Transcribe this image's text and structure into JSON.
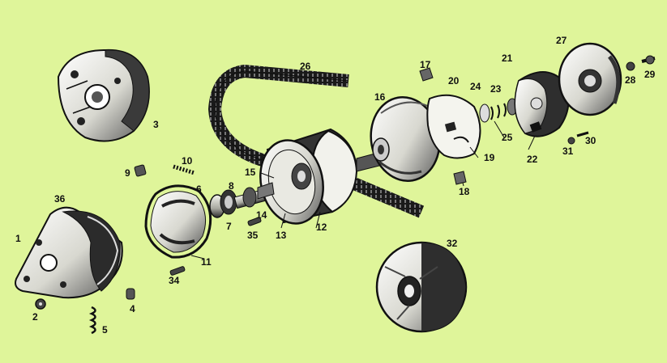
{
  "colors": {
    "background": "#dff59a",
    "ink": "#111111",
    "metal_light": "#f6f6f0",
    "metal_mid": "#b8b8b0",
    "metal_dark": "#3a3a3a"
  },
  "parts": [
    {
      "id": "p1",
      "label": "1"
    },
    {
      "id": "p2",
      "label": "2"
    },
    {
      "id": "p3",
      "label": "3"
    },
    {
      "id": "p4",
      "label": "4"
    },
    {
      "id": "p5",
      "label": "5"
    },
    {
      "id": "p6",
      "label": "6"
    },
    {
      "id": "p7",
      "label": "7"
    },
    {
      "id": "p8",
      "label": "8"
    },
    {
      "id": "p9",
      "label": "9"
    },
    {
      "id": "p10",
      "label": "10"
    },
    {
      "id": "p11",
      "label": "11"
    },
    {
      "id": "p12",
      "label": "12"
    },
    {
      "id": "p13",
      "label": "13"
    },
    {
      "id": "p14",
      "label": "14"
    },
    {
      "id": "p15",
      "label": "15"
    },
    {
      "id": "p16",
      "label": "16"
    },
    {
      "id": "p17",
      "label": "17"
    },
    {
      "id": "p18",
      "label": "18"
    },
    {
      "id": "p19",
      "label": "19"
    },
    {
      "id": "p20",
      "label": "20"
    },
    {
      "id": "p21",
      "label": "21"
    },
    {
      "id": "p22",
      "label": "22"
    },
    {
      "id": "p23",
      "label": "23"
    },
    {
      "id": "p24",
      "label": "24"
    },
    {
      "id": "p25",
      "label": "25"
    },
    {
      "id": "p26",
      "label": "26"
    },
    {
      "id": "p27",
      "label": "27"
    },
    {
      "id": "p28",
      "label": "28"
    },
    {
      "id": "p29",
      "label": "29"
    },
    {
      "id": "p30",
      "label": "30"
    },
    {
      "id": "p31",
      "label": "31"
    },
    {
      "id": "p32",
      "label": "32"
    },
    {
      "id": "p34",
      "label": "34"
    },
    {
      "id": "p35",
      "label": "35"
    },
    {
      "id": "p36",
      "label": "36"
    }
  ]
}
